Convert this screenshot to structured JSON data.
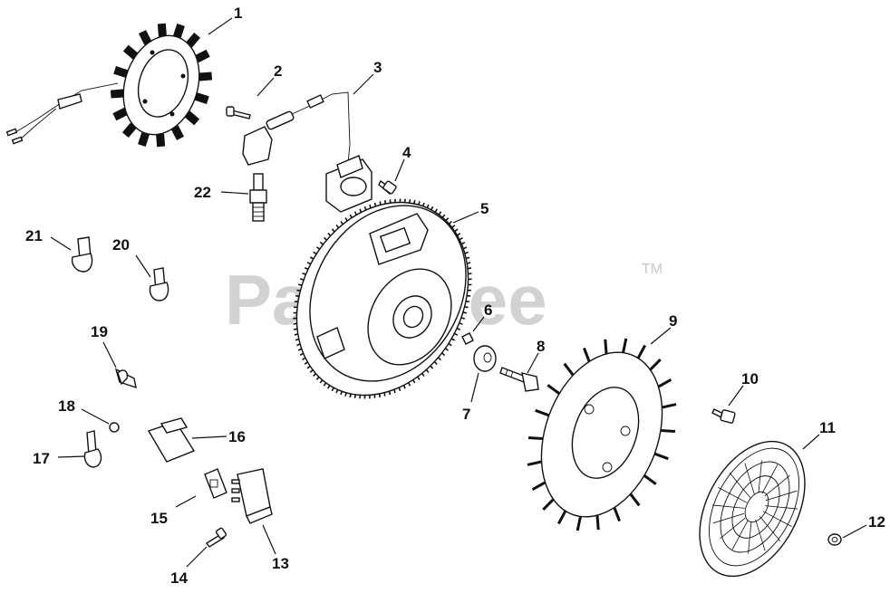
{
  "watermark": {
    "brand": "PartsTree",
    "trademark": "TM"
  },
  "callouts": [
    {
      "id": "1",
      "label": "1"
    },
    {
      "id": "2",
      "label": "2"
    },
    {
      "id": "3",
      "label": "3"
    },
    {
      "id": "4",
      "label": "4"
    },
    {
      "id": "5",
      "label": "5"
    },
    {
      "id": "6",
      "label": "6"
    },
    {
      "id": "7",
      "label": "7"
    },
    {
      "id": "8",
      "label": "8"
    },
    {
      "id": "9",
      "label": "9"
    },
    {
      "id": "10",
      "label": "10"
    },
    {
      "id": "11",
      "label": "11"
    },
    {
      "id": "12",
      "label": "12"
    },
    {
      "id": "13",
      "label": "13"
    },
    {
      "id": "14",
      "label": "14"
    },
    {
      "id": "15",
      "label": "15"
    },
    {
      "id": "16",
      "label": "16"
    },
    {
      "id": "17",
      "label": "17"
    },
    {
      "id": "18",
      "label": "18"
    },
    {
      "id": "19",
      "label": "19"
    },
    {
      "id": "20",
      "label": "20"
    },
    {
      "id": "21",
      "label": "21"
    },
    {
      "id": "22",
      "label": "22"
    }
  ]
}
